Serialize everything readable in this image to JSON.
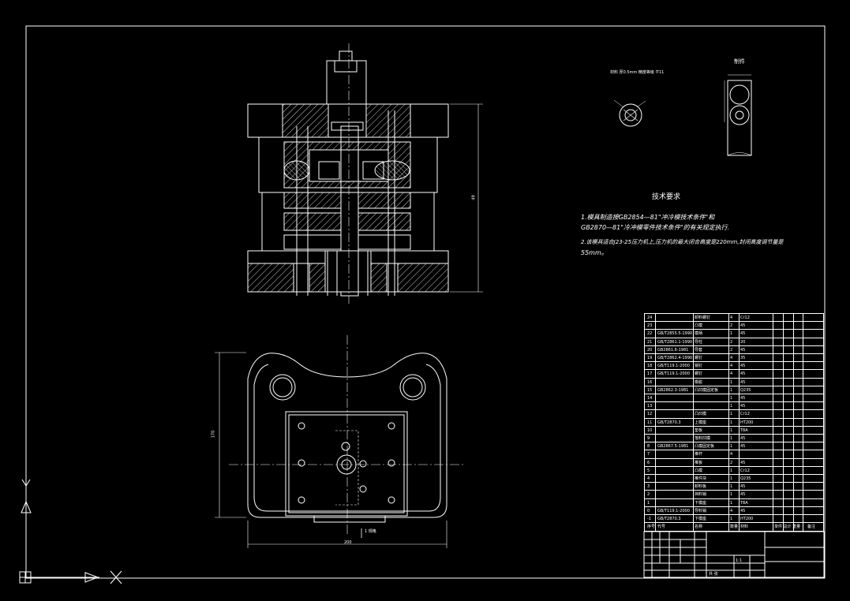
{
  "colors": {
    "background": "#000000",
    "lines": "#ffffff"
  },
  "drawing": {
    "tech_req_title": "技术要求",
    "tech_req_1a": "1.模具制造按GB2854—81\"冲冷模技术条件\"和",
    "tech_req_1b": "GB2870—81\"冷冲模零件技术条件\"的有关规定执行.",
    "tech_req_2a": "2.该模具适合J23-25压力机上,压力机的最大闭合高度是220mm,封闭高度调节量是",
    "tech_req_2b": "55mm。",
    "part_label": "制件",
    "part_spec": "材料 厚0.5mm 精度等级 IT11",
    "dim_height": "49",
    "dim_width": "200",
    "dim_depth": "170",
    "view_note": "1 规格"
  },
  "bom": {
    "rows": [
      {
        "no": "24",
        "std": "",
        "name": "卸料螺钉",
        "qty": "4",
        "mat": "Cr12"
      },
      {
        "no": "23",
        "std": "",
        "name": "凸模",
        "qty": "2",
        "mat": "45"
      },
      {
        "no": "22",
        "std": "GB/T2855.5-1990",
        "name": "模柄",
        "qty": "1",
        "mat": "45"
      },
      {
        "no": "21",
        "std": "GB/T2861.1-1990",
        "name": "导柱",
        "qty": "2",
        "mat": "20"
      },
      {
        "no": "20",
        "std": "GB2861.6-1981",
        "name": "导套",
        "qty": "2",
        "mat": "45"
      },
      {
        "no": "19",
        "std": "GB/T2862.4-1990",
        "name": "螺钉",
        "qty": "4",
        "mat": "35"
      },
      {
        "no": "18",
        "std": "GB/T119.1-2000",
        "name": "销钉",
        "qty": "4",
        "mat": "45"
      },
      {
        "no": "17",
        "std": "GB/T119.1-2000",
        "name": "螺钉",
        "qty": "4",
        "mat": "45"
      },
      {
        "no": "16",
        "std": "",
        "name": "橡胶",
        "qty": "1",
        "mat": "45"
      },
      {
        "no": "15",
        "std": "GB2862.3-1981",
        "name": "凸凹模固定板",
        "qty": "1",
        "mat": "Q235"
      },
      {
        "no": "14",
        "std": "",
        "name": "",
        "qty": "1",
        "mat": "45"
      },
      {
        "no": "13",
        "std": "",
        "name": "",
        "qty": "1",
        "mat": "45"
      },
      {
        "no": "12",
        "std": "",
        "name": "凸凹模",
        "qty": "1",
        "mat": "Cr12"
      },
      {
        "no": "11",
        "std": "GB/T2870.3",
        "name": "上模座",
        "qty": "1",
        "mat": "HT200"
      },
      {
        "no": "10",
        "std": "",
        "name": "垫板",
        "qty": "1",
        "mat": "T8A"
      },
      {
        "no": "9",
        "std": "",
        "name": "落料凹模",
        "qty": "1",
        "mat": "45"
      },
      {
        "no": "8",
        "std": "GB2867.5-1981",
        "name": "凸模固定板",
        "qty": "1",
        "mat": "45"
      },
      {
        "no": "7",
        "std": "",
        "name": "推杆",
        "qty": "4",
        "mat": ""
      },
      {
        "no": "6",
        "std": "",
        "name": "推板",
        "qty": "2",
        "mat": "45"
      },
      {
        "no": "5",
        "std": "",
        "name": "凸模",
        "qty": "1",
        "mat": "Cr12"
      },
      {
        "no": "4",
        "std": "",
        "name": "推件块",
        "qty": "1",
        "mat": "Q235"
      },
      {
        "no": "3",
        "std": "",
        "name": "卸料板",
        "qty": "1",
        "mat": "45"
      },
      {
        "no": "2",
        "std": "",
        "name": "挡料销",
        "qty": "1",
        "mat": "45"
      },
      {
        "no": "1",
        "std": "",
        "name": "下模座",
        "qty": "1",
        "mat": "T8A"
      },
      {
        "no": "0",
        "std": "GB/T119.1-2000",
        "name": "导料销",
        "qty": "4",
        "mat": "45"
      },
      {
        "no": "-1",
        "std": "GB/T2870.3",
        "name": "下模座",
        "qty": "1",
        "mat": "HT200"
      }
    ],
    "header": {
      "no": "序号",
      "std": "代号",
      "name": "名称",
      "qty": "数量",
      "mat": "材料",
      "weight": "单件 总计 重量",
      "remark": "备注"
    }
  },
  "title_block": {
    "scale": "1:1",
    "sheet": "共 张"
  }
}
